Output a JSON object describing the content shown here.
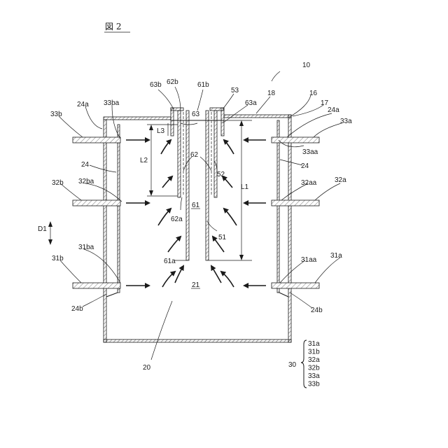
{
  "figure_title": "図 2",
  "labels": {
    "device": "10",
    "container": "20",
    "chamber": "21",
    "wall_tall": "24",
    "wall_mid_left": "24",
    "wall_mid_right": "24",
    "wall_top_left": "24a",
    "wall_top_right": "24a",
    "wall_bottom_left": "24b",
    "wall_bottom_right": "24b",
    "group": "30",
    "n31a": "31a",
    "n31aa": "31aa",
    "n31b": "31b",
    "n31ba": "31ba",
    "n32a": "32a",
    "n32aa": "32aa",
    "n32b": "32b",
    "n32ba": "32ba",
    "n33a": "33a",
    "n33aa": "33aa",
    "n33b": "33b",
    "n33ba": "33ba",
    "n16": "16",
    "n17": "17",
    "n18": "18",
    "n51": "51",
    "n52": "52",
    "n53": "53",
    "n61": "61",
    "n61a": "61a",
    "n61b": "61b",
    "n62": "62",
    "n62a": "62a",
    "n62b": "62b",
    "n63": "63",
    "n63a": "63a",
    "n63b": "63b",
    "L1": "L1",
    "L2": "L2",
    "L3": "L3",
    "D1": "D1"
  },
  "group_members": [
    "31a",
    "31b",
    "32a",
    "32b",
    "33a",
    "33b"
  ]
}
